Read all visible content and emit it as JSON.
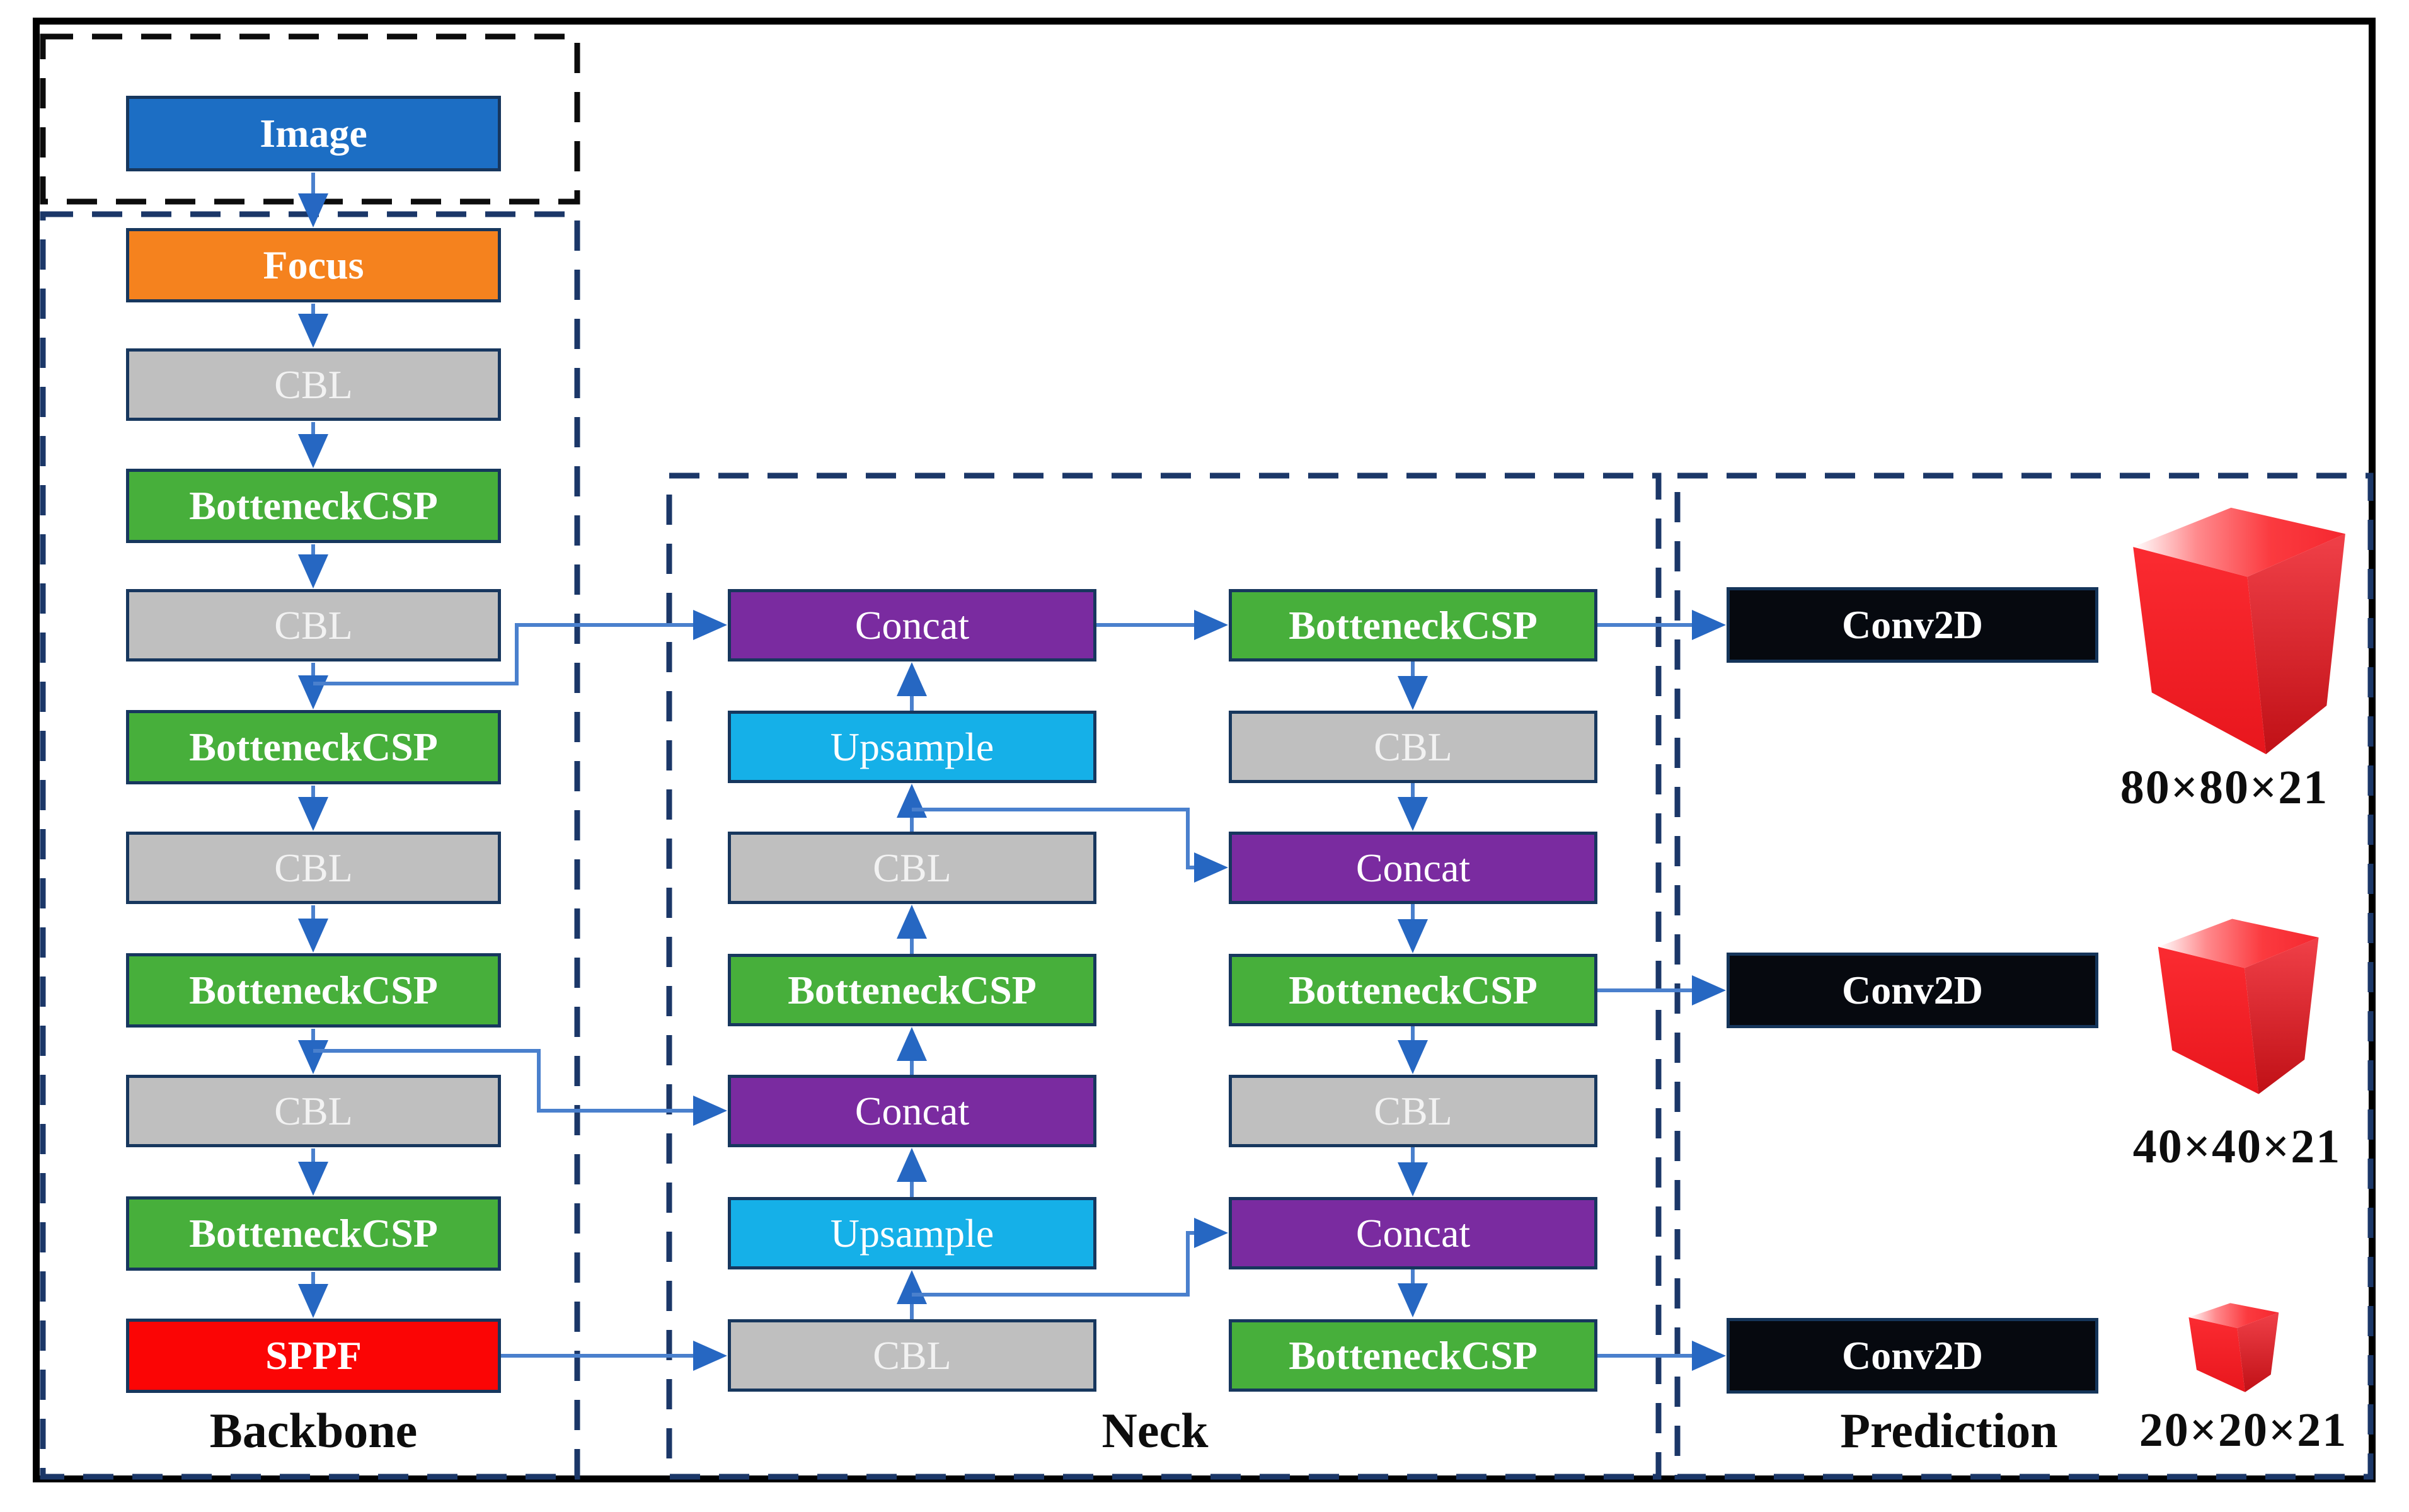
{
  "diagram": {
    "input": {
      "blocks": [
        {
          "label": "Image",
          "color": "#1c6ec4"
        }
      ]
    },
    "backbone": {
      "label": "Backbone",
      "blocks": [
        {
          "label": "Focus",
          "color": "#f5821e"
        },
        {
          "label": "CBL",
          "color": "#bfbfbf"
        },
        {
          "label": "BotteneckCSP",
          "color": "#47af3b"
        },
        {
          "label": "CBL",
          "color": "#bfbfbf"
        },
        {
          "label": "BotteneckCSP",
          "color": "#47af3b"
        },
        {
          "label": "CBL",
          "color": "#bfbfbf"
        },
        {
          "label": "BotteneckCSP",
          "color": "#47af3b"
        },
        {
          "label": "CBL",
          "color": "#bfbfbf"
        },
        {
          "label": "BotteneckCSP",
          "color": "#47af3b"
        },
        {
          "label": "SPPF",
          "color": "#fb0505"
        }
      ]
    },
    "neck": {
      "label": "Neck",
      "left_column": [
        {
          "label": "Concat",
          "color": "#7a2ba0"
        },
        {
          "label": "Upsample",
          "color": "#15b0e8"
        },
        {
          "label": "CBL",
          "color": "#bfbfbf"
        },
        {
          "label": "BotteneckCSP",
          "color": "#47af3b"
        },
        {
          "label": "Concat",
          "color": "#7a2ba0"
        },
        {
          "label": "Upsample",
          "color": "#15b0e8"
        },
        {
          "label": "CBL",
          "color": "#bfbfbf"
        }
      ],
      "right_column": [
        {
          "label": "BotteneckCSP",
          "color": "#47af3b"
        },
        {
          "label": "CBL",
          "color": "#bfbfbf"
        },
        {
          "label": "Concat",
          "color": "#7a2ba0"
        },
        {
          "label": "BotteneckCSP",
          "color": "#47af3b"
        },
        {
          "label": "CBL",
          "color": "#bfbfbf"
        },
        {
          "label": "Concat",
          "color": "#7a2ba0"
        },
        {
          "label": "BotteneckCSP",
          "color": "#47af3b"
        }
      ]
    },
    "prediction": {
      "label": "Prediction",
      "blocks": [
        {
          "label": "Conv2D",
          "color": "#06090f"
        },
        {
          "label": "Conv2D",
          "color": "#06090f"
        },
        {
          "label": "Conv2D",
          "color": "#06090f"
        }
      ],
      "outputs": [
        {
          "size": "80×80×21",
          "icon": "red-3d-cube"
        },
        {
          "size": "40×40×21",
          "icon": "red-3d-cube"
        },
        {
          "size": "20×20×21",
          "icon": "red-3d-cube"
        }
      ]
    },
    "colors": {
      "arrow": "#4a80cd",
      "arrowhead": "#2667c2",
      "block_border": "#17375e",
      "input_outline": "#0c0c0c",
      "section_outline": "#1b3768",
      "cube_red": "#f52830"
    }
  }
}
